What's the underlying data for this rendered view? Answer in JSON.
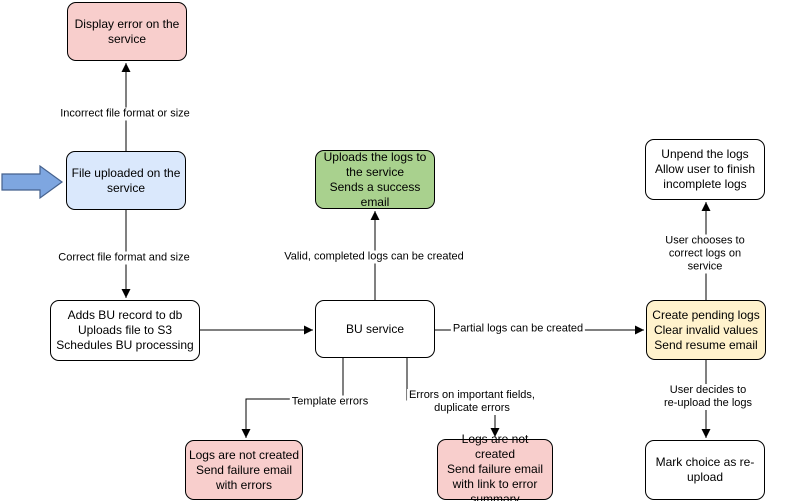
{
  "diagram": {
    "type": "flowchart",
    "nodes": {
      "display_error": {
        "text": "Display error on the\nservice",
        "fill": "#f8cecc"
      },
      "file_uploaded": {
        "text": "File uploaded on the\nservice",
        "fill": "#dae8fc"
      },
      "adds_bu": {
        "text": "Adds BU record to db\nUploads file to S3\nSchedules BU processing",
        "fill": "#ffffff"
      },
      "upload_success": {
        "text": "Uploads the logs to\nthe service\nSends a success\nemail",
        "fill": "#a9d18e"
      },
      "bu_service": {
        "text": "BU service",
        "fill": "#ffffff"
      },
      "create_pending": {
        "text": "Create pending logs\nClear invalid values\nSend resume email",
        "fill": "#fff2cc"
      },
      "unpend": {
        "text": "Unpend the logs\nAllow user to finish\nincomplete logs",
        "fill": "#ffffff"
      },
      "mark_reupload": {
        "text": "Mark choice as re-\nupload",
        "fill": "#ffffff"
      },
      "fail_template": {
        "text": "Logs are not created\nSend failure email\nwith errors",
        "fill": "#f8cecc"
      },
      "fail_fields": {
        "text": "Logs are not created\nSend failure email\nwith link to error\nsummary",
        "fill": "#f8cecc"
      }
    },
    "edge_labels": {
      "incorrect": "Incorrect file format or size",
      "correct": "Correct file format and size",
      "valid": "Valid, completed logs can be created",
      "partial": "Partial logs can be created",
      "user_chooses": "User chooses to correct logs on service",
      "user_decides": "User decides to re-upload the logs",
      "template_errors": "Template errors",
      "field_errors": "Errors on important fields,\nduplicate errors"
    },
    "colors": {
      "pink": "#f8cecc",
      "blue": "#dae8fc",
      "green": "#a9d18e",
      "yellow": "#fff2cc",
      "white": "#ffffff",
      "line": "#000000",
      "input_arrow_fill": "#7ea6e0",
      "input_arrow_stroke": "#45618d"
    }
  }
}
